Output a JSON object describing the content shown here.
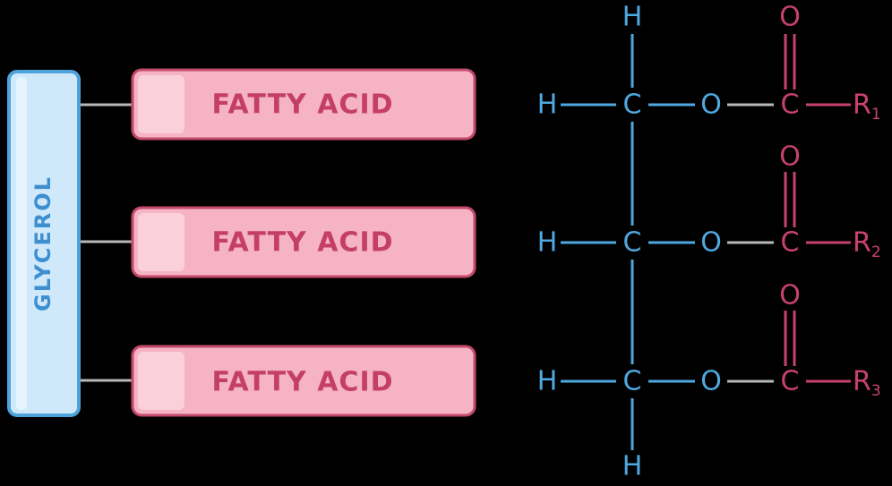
{
  "glycerol": {
    "label": "GLYCEROL"
  },
  "fatty_acids": [
    {
      "label": "FATTY ACID"
    },
    {
      "label": "FATTY ACID"
    },
    {
      "label": "FATTY ACID"
    }
  ],
  "structure": {
    "top_h": "H",
    "bottom_h": "H",
    "rows": [
      {
        "h": "H",
        "c": "C",
        "o": "O",
        "carbonyl_c": "C",
        "carbonyl_o": "O",
        "r": "R",
        "r_sub": "1"
      },
      {
        "h": "H",
        "c": "C",
        "o": "O",
        "carbonyl_c": "C",
        "carbonyl_o": "O",
        "r": "R",
        "r_sub": "2"
      },
      {
        "h": "H",
        "c": "C",
        "o": "O",
        "carbonyl_c": "C",
        "carbonyl_o": "O",
        "r": "R",
        "r_sub": "3"
      }
    ]
  },
  "colors": {
    "background": "#000000",
    "glycerol_fill": "#cfe9fb",
    "glycerol_stroke": "#4fa3dd",
    "glycerol_text": "#3d8fd0",
    "fatty_acid_fill": "#f6b3c4",
    "fatty_acid_stroke": "#c34a6a",
    "fatty_acid_text": "#c43f66",
    "glycerol_atoms": "#4fa8e0",
    "acid_atoms": "#c8426b",
    "ester_bond": "#b9b9b9"
  }
}
